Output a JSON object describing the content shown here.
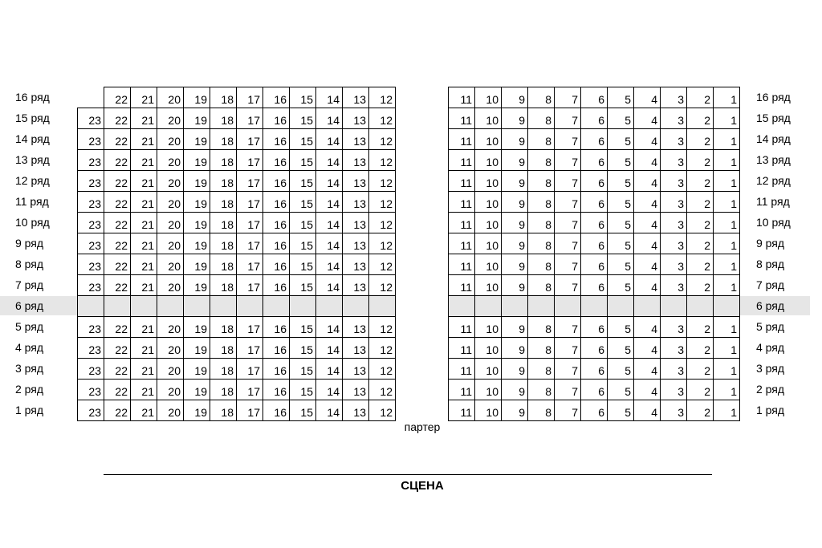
{
  "left_block": {
    "seats": [
      "23",
      "22",
      "21",
      "20",
      "19",
      "18",
      "17",
      "16",
      "15",
      "14",
      "13",
      "12"
    ]
  },
  "right_block": {
    "seats": [
      "11",
      "10",
      "9",
      "8",
      "7",
      "6",
      "5",
      "4",
      "3",
      "2",
      "1"
    ]
  },
  "rows": [
    {
      "label": "16 ряд",
      "missing_first_left": true,
      "aisle": false
    },
    {
      "label": "15 ряд",
      "missing_first_left": false,
      "aisle": false
    },
    {
      "label": "14 ряд",
      "missing_first_left": false,
      "aisle": false
    },
    {
      "label": "13 ряд",
      "missing_first_left": false,
      "aisle": false
    },
    {
      "label": "12 ряд",
      "missing_first_left": false,
      "aisle": false
    },
    {
      "label": "11 ряд",
      "missing_first_left": false,
      "aisle": false
    },
    {
      "label": "10 ряд",
      "missing_first_left": false,
      "aisle": false
    },
    {
      "label": "9 ряд",
      "missing_first_left": false,
      "aisle": false
    },
    {
      "label": "8 ряд",
      "missing_first_left": false,
      "aisle": false
    },
    {
      "label": "7 ряд",
      "missing_first_left": false,
      "aisle": false
    },
    {
      "label": "6 ряд",
      "missing_first_left": false,
      "aisle": true
    },
    {
      "label": "5 ряд",
      "missing_first_left": false,
      "aisle": false
    },
    {
      "label": "4 ряд",
      "missing_first_left": false,
      "aisle": false
    },
    {
      "label": "3 ряд",
      "missing_first_left": false,
      "aisle": false
    },
    {
      "label": "2 ряд",
      "missing_first_left": false,
      "aisle": false
    },
    {
      "label": "1 ряд",
      "missing_first_left": false,
      "aisle": false
    }
  ],
  "section_label": "партер",
  "stage_label": "СЦЕНА",
  "colors": {
    "aisle": "#e6e6e6",
    "border": "#000000",
    "background": "#ffffff"
  }
}
